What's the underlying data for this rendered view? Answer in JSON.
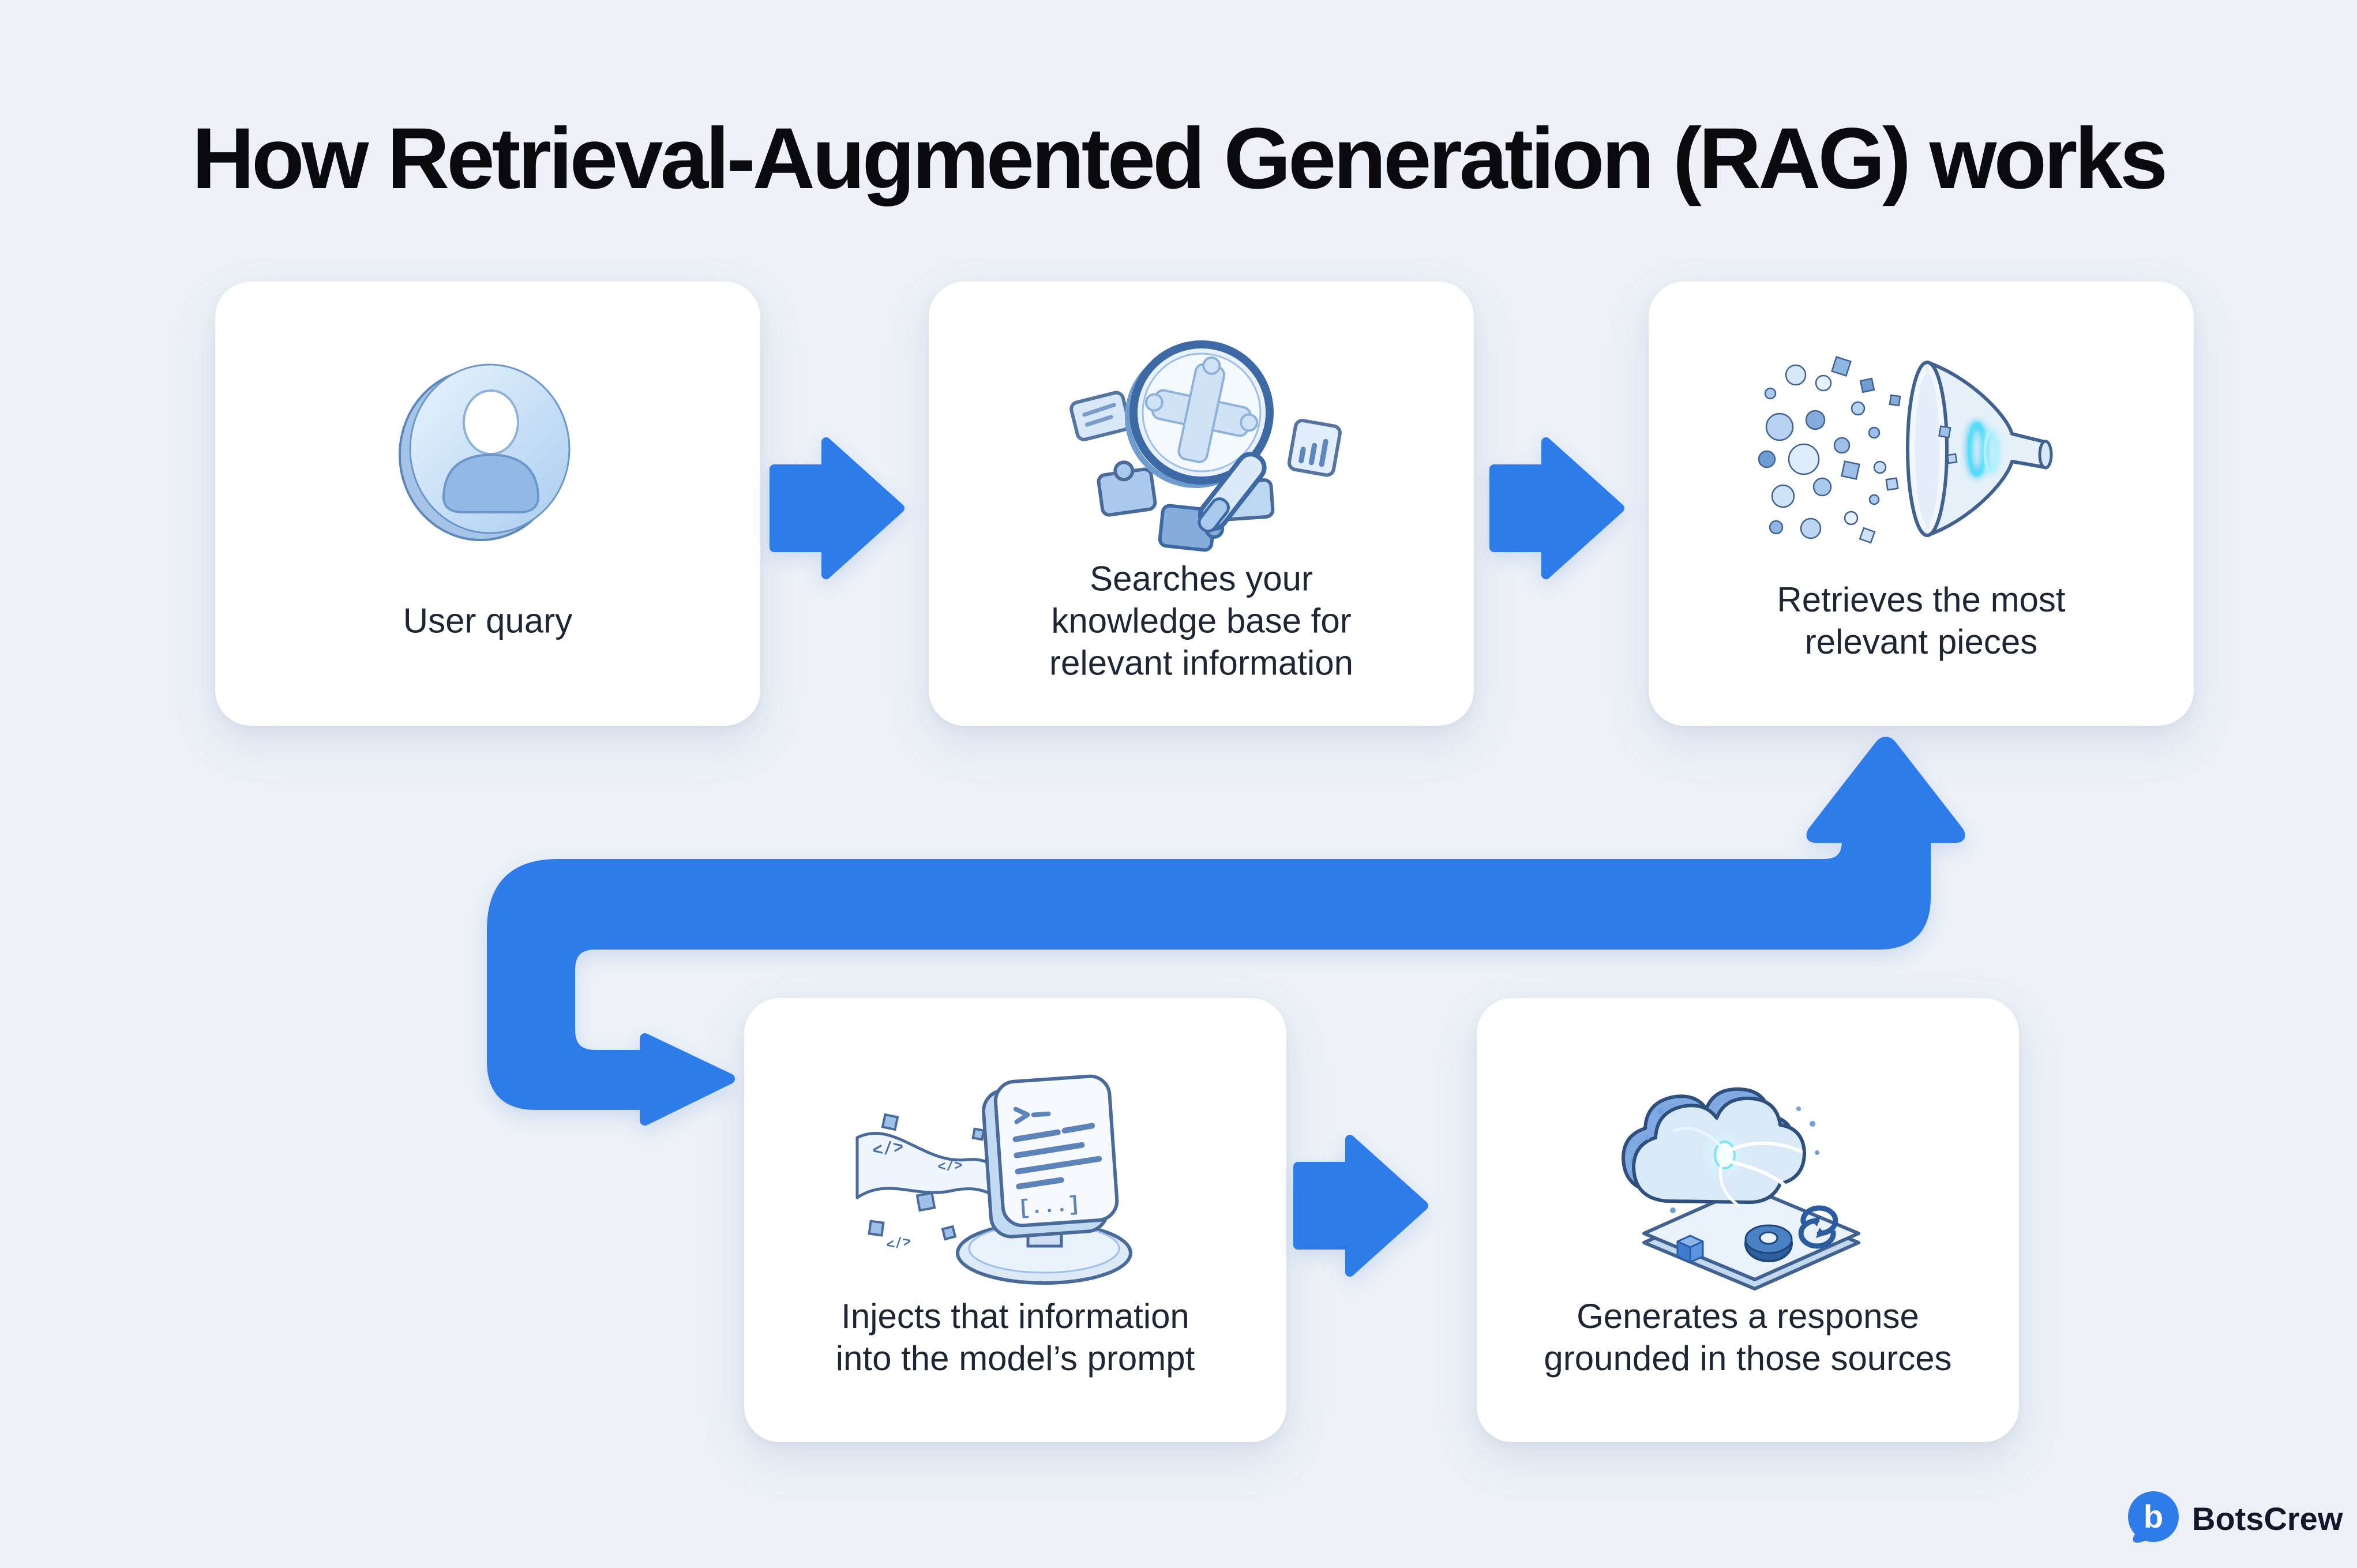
{
  "title": "How Retrieval-Augmented Generation (RAG) works",
  "steps": [
    {
      "name": "user-query",
      "icon": "user-icon",
      "lines": [
        "User quary"
      ]
    },
    {
      "name": "search-knowledge-base",
      "icon": "magnifier-puzzle-icon",
      "lines": [
        "Searches your",
        "knowledge base for",
        "relevant information"
      ]
    },
    {
      "name": "retrieve-relevant-pieces",
      "icon": "funnel-icon",
      "lines": [
        "Retrieves the most",
        "relevant pieces"
      ]
    },
    {
      "name": "inject-into-prompt",
      "icon": "prompt-screen-icon",
      "lines": [
        "Injects that information",
        "into the model’s prompt"
      ]
    },
    {
      "name": "generate-response",
      "icon": "cloud-ai-icon",
      "lines": [
        "Generates a response",
        "grounded in those sources"
      ]
    }
  ],
  "branding": {
    "logo_text": "BotsCrew",
    "logo_letter": "b"
  },
  "colors": {
    "background": "#edf1f7",
    "card_bg": "#ffffff",
    "arrow_blue": "#2e7ce9",
    "title_color": "#0a0a0e",
    "text_color": "#1e2634",
    "logo_blue": "#2e7ce9",
    "logo_text_color": "#14172a",
    "icon_glow_cyan": "#35c8f2",
    "icon_dark_blue": "#41618f",
    "icon_mid_blue": "#6f9cd4",
    "icon_light_blue": "#d9e9f8"
  }
}
